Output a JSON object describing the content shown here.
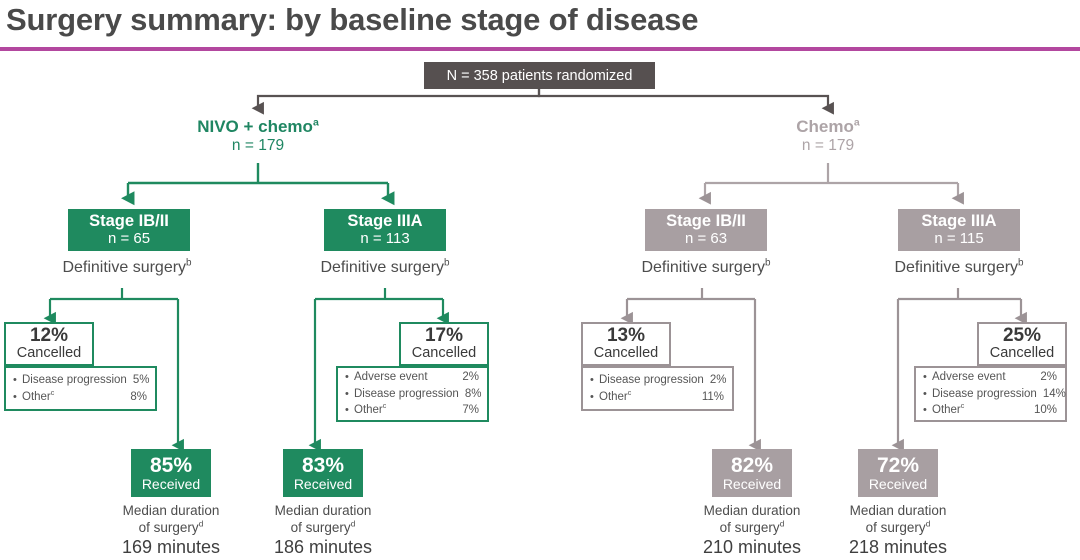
{
  "title": "Surgery summary: by baseline stage of disease",
  "accent_rule_color": "#b3479f",
  "colors": {
    "green": "#1f8a5f",
    "gray": "#a89fa2",
    "header_box": "#565050",
    "text": "#4d4d4d"
  },
  "header": {
    "label": "N = 358 patients randomized"
  },
  "arms": [
    {
      "name": "NIVO + chemo",
      "name_sup": "a",
      "n_label": "n = 179",
      "color": "green"
    },
    {
      "name": "Chemo",
      "name_sup": "a",
      "n_label": "n = 179",
      "color": "gray"
    }
  ],
  "groups": [
    {
      "arm": "NIVO + chemo",
      "color": "green",
      "stage_title": "Stage IB/II",
      "stage_n": "n = 65",
      "surgery_label": "Definitive surgery",
      "surgery_sup": "b",
      "cancelled_pct": "12%",
      "cancelled_label": "Cancelled",
      "cancelled_side": "left",
      "reasons": [
        {
          "text": "Disease progression",
          "value": "5%"
        },
        {
          "text": "Other",
          "sup": "c",
          "value": "8%"
        }
      ],
      "received_pct": "85%",
      "received_label": "Received",
      "median_line1": "Median duration",
      "median_line2": "of surgery",
      "median_sup": "d",
      "median_value": "169 minutes"
    },
    {
      "arm": "NIVO + chemo",
      "color": "green",
      "stage_title": "Stage IIIA",
      "stage_n": "n = 113",
      "surgery_label": "Definitive surgery",
      "surgery_sup": "b",
      "cancelled_pct": "17%",
      "cancelled_label": "Cancelled",
      "cancelled_side": "right",
      "reasons": [
        {
          "text": "Adverse event",
          "value": "2%"
        },
        {
          "text": "Disease progression",
          "value": "8%"
        },
        {
          "text": "Other",
          "sup": "c",
          "value": "7%"
        }
      ],
      "received_pct": "83%",
      "received_label": "Received",
      "median_line1": "Median duration",
      "median_line2": "of surgery",
      "median_sup": "d",
      "median_value": "186 minutes"
    },
    {
      "arm": "Chemo",
      "color": "gray",
      "stage_title": "Stage IB/II",
      "stage_n": "n = 63",
      "surgery_label": "Definitive surgery",
      "surgery_sup": "b",
      "cancelled_pct": "13%",
      "cancelled_label": "Cancelled",
      "cancelled_side": "left",
      "reasons": [
        {
          "text": "Disease progression",
          "value": "2%"
        },
        {
          "text": "Other",
          "sup": "c",
          "value": "11%"
        }
      ],
      "received_pct": "82%",
      "received_label": "Received",
      "median_line1": "Median duration",
      "median_line2": "of surgery",
      "median_sup": "d",
      "median_value": "210 minutes"
    },
    {
      "arm": "Chemo",
      "color": "gray",
      "stage_title": "Stage IIIA",
      "stage_n": "n = 115",
      "surgery_label": "Definitive surgery",
      "surgery_sup": "b",
      "cancelled_pct": "25%",
      "cancelled_label": "Cancelled",
      "cancelled_side": "right",
      "reasons": [
        {
          "text": "Adverse event",
          "value": "2%"
        },
        {
          "text": "Disease progression",
          "value": "14%"
        },
        {
          "text": "Other",
          "sup": "c",
          "value": "10%"
        }
      ],
      "received_pct": "72%",
      "received_label": "Received",
      "median_line1": "Median duration",
      "median_line2": "of surgery",
      "median_sup": "d",
      "median_value": "218 minutes"
    }
  ]
}
